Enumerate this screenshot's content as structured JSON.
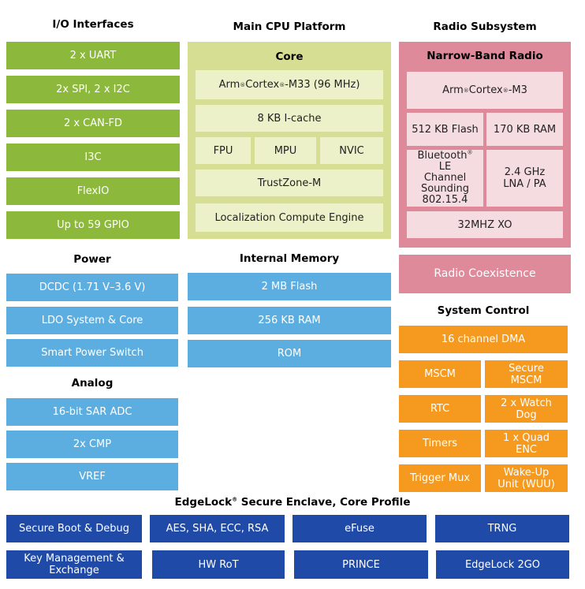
{
  "io": {
    "title": "I/O Interfaces",
    "items": [
      "2 x UART",
      "2x SPI, 2 x I2C",
      "2 x CAN-FD",
      "I3C",
      "FlexIO",
      "Up to 59 GPIO"
    ]
  },
  "cpu": {
    "title": "Main CPU Platform",
    "core_title": "Core",
    "arm_prefix": "Arm",
    "reg": "®",
    "arm_suffix": " Cortex",
    "arm_model": "-M33 (96 MHz)",
    "icache": "8 KB I-cache",
    "fpu": "FPU",
    "mpu": "MPU",
    "nvic": "NVIC",
    "trustzone": "TrustZone-M",
    "lce": "Localization Compute Engine"
  },
  "radio": {
    "title": "Radio Subsystem",
    "nbr_title": "Narrow-Band Radio",
    "arm_prefix": "Arm",
    "arm_suffix": " Cortex",
    "arm_model": "-M3",
    "flash": "512 KB Flash",
    "ram": "170 KB RAM",
    "bt_line1_prefix": "Bluetooth",
    "bt_line1_suffix": " LE",
    "bt_line2": "Channel",
    "bt_line3": "Sounding",
    "bt_line4": "802.15.4",
    "lna_line1": "2.4 GHz",
    "lna_line2": "LNA / PA",
    "xo": "32MHZ XO",
    "coex": "Radio Coexistence"
  },
  "power": {
    "title": "Power",
    "items": [
      "DCDC (1.71 V–3.6 V)",
      "LDO System & Core",
      "Smart Power Switch"
    ]
  },
  "analog": {
    "title": "Analog",
    "items": [
      "16-bit SAR ADC",
      "2x CMP",
      "VREF"
    ]
  },
  "memory": {
    "title": "Internal Memory",
    "items": [
      "2 MB Flash",
      "256 KB RAM",
      "ROM"
    ]
  },
  "sysctl": {
    "title": "System Control",
    "dma": "16 channel DMA",
    "mscm": "MSCM",
    "secure_mscm_1": "Secure",
    "secure_mscm_2": "MSCM",
    "rtc": "RTC",
    "watchdog_1": "2 x Watch",
    "watchdog_2": "Dog",
    "timers": "Timers",
    "quadenc_1": "1 x Quad",
    "quadenc_2": "ENC",
    "trigger_mux": "Trigger Mux",
    "wakeup_1": "Wake-Up",
    "wakeup_2": "Unit (WUU)"
  },
  "edgelock": {
    "title_prefix": "EdgeLock",
    "title_suffix": " Secure Enclave, Core Profile",
    "row1": [
      "Secure Boot & Debug",
      "AES, SHA, ECC, RSA",
      "eFuse",
      "TRNG"
    ],
    "key_mgmt_1": "Key Management &",
    "key_mgmt_2": "Exchange",
    "hw_rot": "HW RoT",
    "prince": "PRINCE",
    "edgelock_2go": "EdgeLock 2GO"
  }
}
